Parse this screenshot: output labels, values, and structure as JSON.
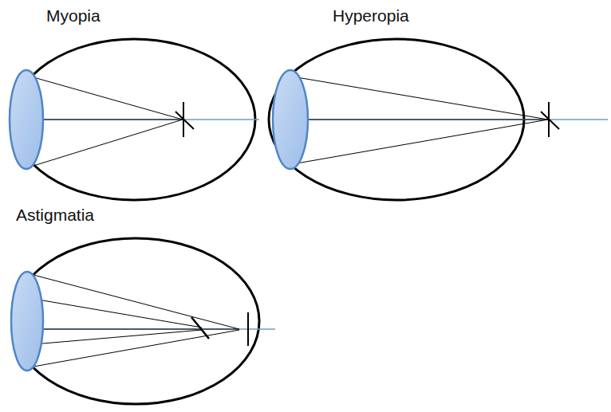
{
  "diagram": {
    "labels": [
      "Myopia",
      "Hyperopia",
      "Astigmatia"
    ]
  }
}
